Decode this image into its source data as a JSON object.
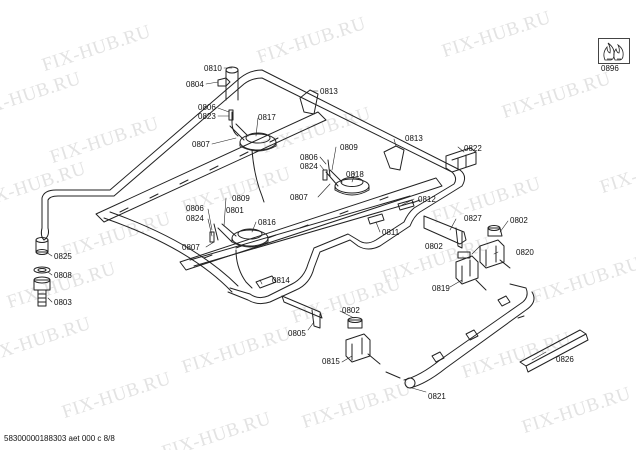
{
  "watermark_text": "FIX-HUB.RU",
  "footer_text": "58300000188303 aet 000 c 8/8",
  "flame_icon": "gas-flame-icon",
  "labels": {
    "l0810": "0810",
    "l0804": "0804",
    "l0806a": "0806",
    "l0823": "0823",
    "l0807a": "0807",
    "l0817": "0817",
    "l0813a": "0813",
    "l0813b": "0813",
    "l0809a": "0809",
    "l0806b": "0806",
    "l0824a": "0824",
    "l0818": "0818",
    "l0807b": "0807",
    "l0822": "0822",
    "l0812": "0812",
    "l0809b": "0809",
    "l0806c": "0806",
    "l0801": "0801",
    "l0824b": "0824",
    "l0816": "0816",
    "l0807c": "0807",
    "l0811": "0811",
    "l0827": "0827",
    "l0802a": "0802",
    "l0802b": "0802",
    "l0820": "0820",
    "l0825": "0825",
    "l0808": "0808",
    "l0803": "0803",
    "l0814": "0814",
    "l0819": "0819",
    "l0805": "0805",
    "l0802c": "0802",
    "l0815": "0815",
    "l0826": "0826",
    "l0821": "0821",
    "l0896": "0896"
  }
}
